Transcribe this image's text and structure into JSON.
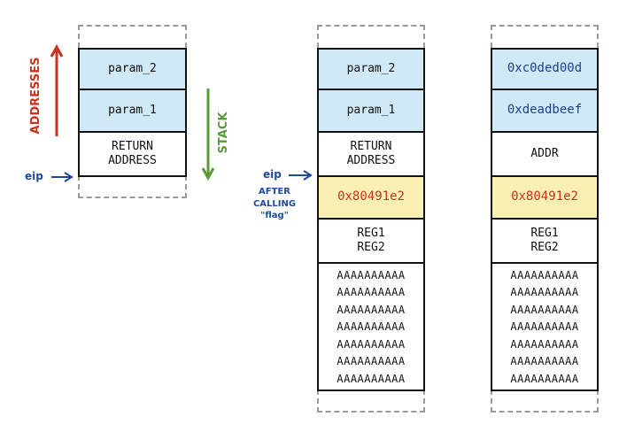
{
  "colors": {
    "cell_blue": "#cfe9f6",
    "cell_yellow": "#fbf0b4",
    "addresses_red": "#c8321e",
    "stack_green": "#5a9a3a",
    "eip_blue": "#1e4a9c",
    "hex_blue": "#1e3f8c"
  },
  "labels": {
    "addresses": "ADDRESSES",
    "stack": "STACK",
    "eip": "eip",
    "after_calling": [
      "AFTER",
      "CALLING",
      "\"flag\""
    ]
  },
  "stack1": {
    "cells": [
      "param_2",
      "param_1",
      "RETURN\nADDRESS"
    ]
  },
  "stack2": {
    "cells": [
      "param_2",
      "param_1",
      "RETURN\nADDRESS",
      "0x80491e2",
      "REG1\nREG2"
    ],
    "filler": [
      "AAAAAAAAAA",
      "AAAAAAAAAA",
      "AAAAAAAAAA",
      "AAAAAAAAAA",
      "AAAAAAAAAA",
      "AAAAAAAAAA",
      "AAAAAAAAAA"
    ]
  },
  "stack3": {
    "cells": [
      "0xc0ded00d",
      "0xdeadbeef",
      "ADDR",
      "0x80491e2",
      "REG1\nREG2"
    ],
    "filler": [
      "AAAAAAAAAA",
      "AAAAAAAAAA",
      "AAAAAAAAAA",
      "AAAAAAAAAA",
      "AAAAAAAAAA",
      "AAAAAAAAAA",
      "AAAAAAAAAA"
    ]
  }
}
